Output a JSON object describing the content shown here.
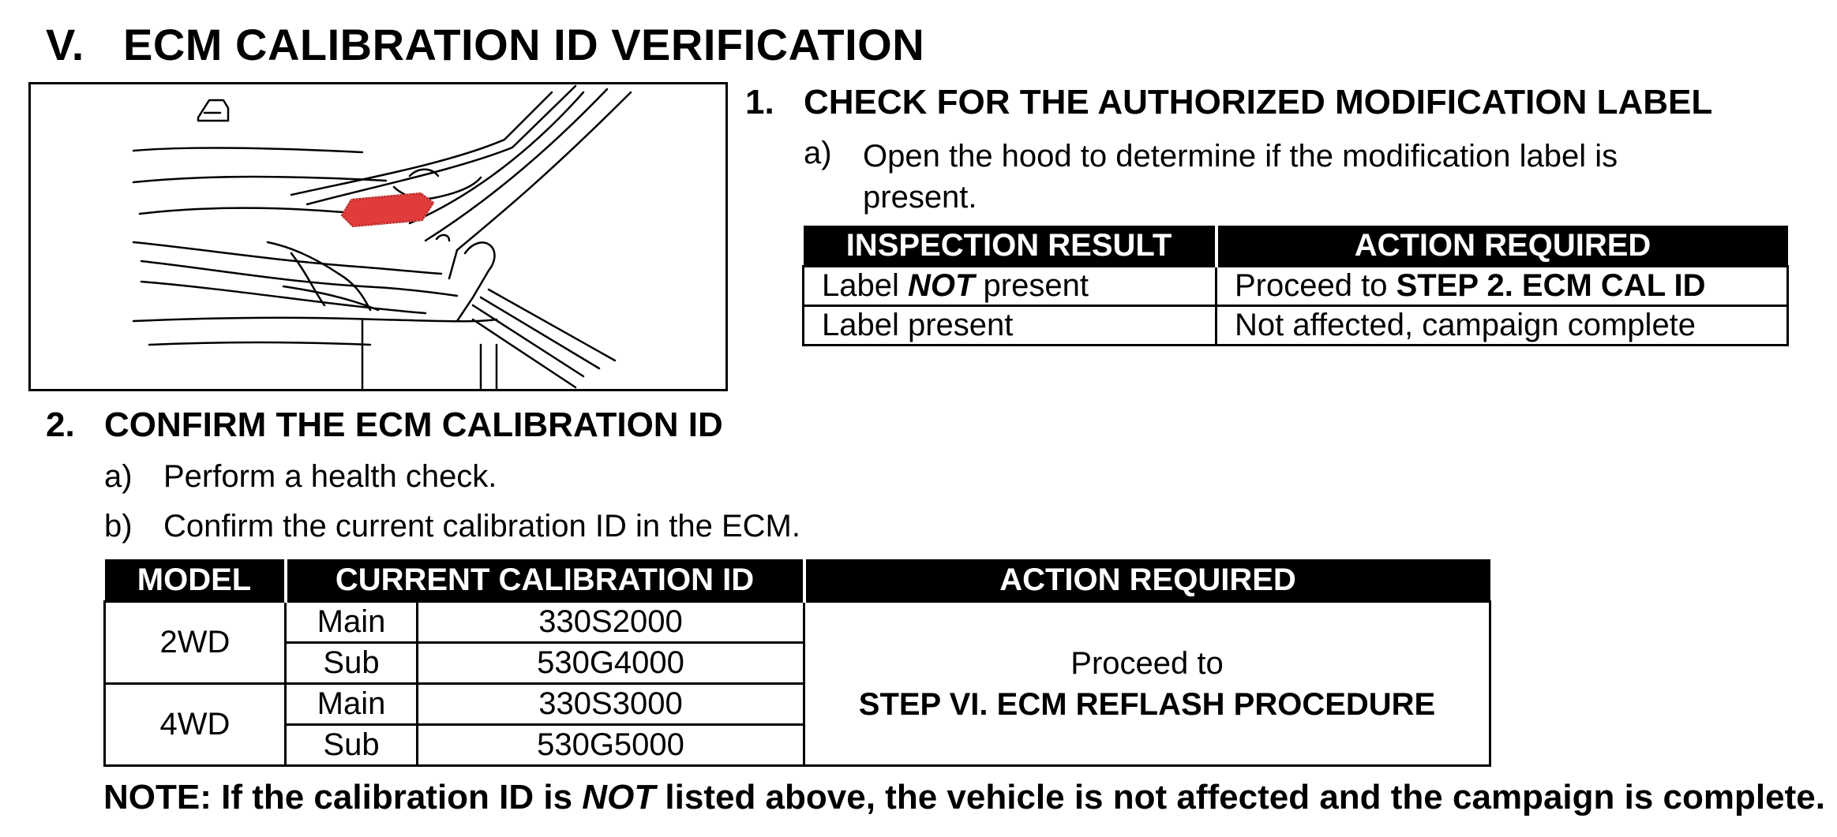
{
  "section": {
    "number": "V.",
    "title": "ECM CALIBRATION ID VERIFICATION"
  },
  "colors": {
    "highlight_red": "#e03c3c",
    "table_header_bg": "#000000"
  },
  "illustration": {
    "icon": "hood-label-location-illustration"
  },
  "step1": {
    "number": "1.",
    "title": "CHECK FOR THE AUTHORIZED MODIFICATION LABEL",
    "a_letter": "a)",
    "a_text": "Open the hood to determine if the modification label is present.",
    "table": {
      "headers": [
        "INSPECTION RESULT",
        "ACTION REQUIRED"
      ],
      "row1": {
        "result_prefix": "Label ",
        "result_emph": "NOT",
        "result_suffix": " present",
        "action_prefix": "Proceed to ",
        "action_bold": "STEP 2. ECM CAL ID"
      },
      "row2": {
        "result": "Label present",
        "action": "Not affected, campaign complete"
      }
    }
  },
  "step2": {
    "number": "2.",
    "title": "CONFIRM THE ECM CALIBRATION ID",
    "a_letter": "a)",
    "a_text": "Perform a health check.",
    "b_letter": "b)",
    "b_text": "Confirm the current calibration ID in the ECM.",
    "table": {
      "headers": [
        "MODEL",
        "CURRENT CALIBRATION ID",
        "ACTION REQUIRED"
      ],
      "rows": [
        {
          "model": "2WD",
          "type": "Main",
          "id": "330S2000"
        },
        {
          "model": "2WD",
          "type": "Sub",
          "id": "530G4000"
        },
        {
          "model": "4WD",
          "type": "Main",
          "id": "330S3000"
        },
        {
          "model": "4WD",
          "type": "Sub",
          "id": "530G5000"
        }
      ],
      "action_line1": "Proceed to",
      "action_line2": "STEP VI. ECM REFLASH PROCEDURE"
    }
  },
  "note": {
    "prefix": "NOTE: If the calibration ID is ",
    "emph": "NOT",
    "suffix": " listed above, the vehicle is not affected and the campaign is complete."
  }
}
